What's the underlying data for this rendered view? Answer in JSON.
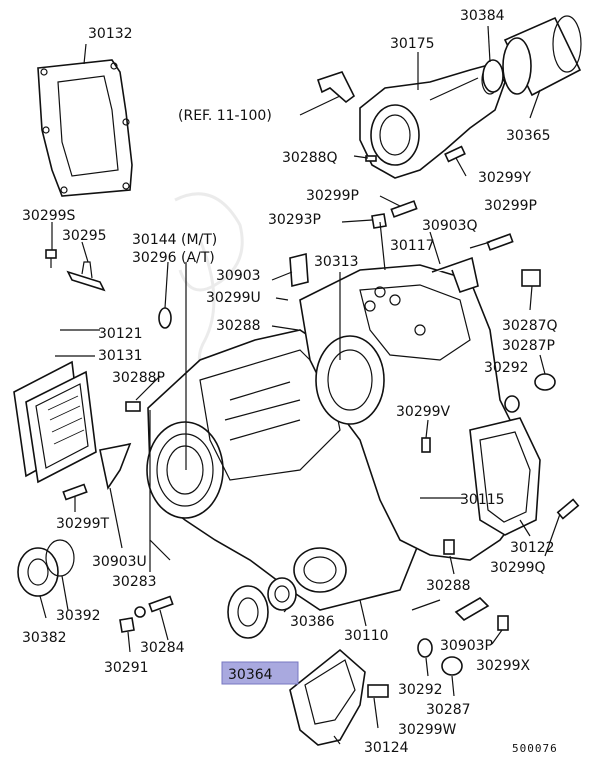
{
  "reference_text": "(REF. 11-100)",
  "highlight_color": "#a9a9df",
  "figure_code": "500076",
  "labels": {
    "p30132": "30132",
    "p30384": "30384",
    "p30175": "30175",
    "p30365": "30365",
    "p30288Q": "30288Q",
    "p30299Y": "30299Y",
    "p30299P_a": "30299P",
    "p30299P_b": "30299P",
    "p30293P": "30293P",
    "p30903Q": "30903Q",
    "p30117": "30117",
    "p30299S": "30299S",
    "p30295": "30295",
    "p30144": "30144 (M/T)",
    "p30296": "30296 (A/T)",
    "p30903": "30903",
    "p30313": "30313",
    "p30299U": "30299U",
    "p30287Q": "30287Q",
    "p30287P": "30287P",
    "p30121": "30121",
    "p30288": "30288",
    "p30131": "30131",
    "p30288P": "30288P",
    "p30292_a": "30292",
    "p30299V": "30299V",
    "p30115": "30115",
    "p30299T": "30299T",
    "p30122": "30122",
    "p30299Q": "30299Q",
    "p30903U": "30903U",
    "p30283": "30283",
    "p30288_b": "30288",
    "p30382": "30382",
    "p30392": "30392",
    "p30386": "30386",
    "p30110": "30110",
    "p30903P": "30903P",
    "p30284": "30284",
    "p30291": "30291",
    "p30364": "30364",
    "p30299X": "30299X",
    "p30292_b": "30292",
    "p30287": "30287",
    "p30299W": "30299W",
    "p30124": "30124"
  }
}
